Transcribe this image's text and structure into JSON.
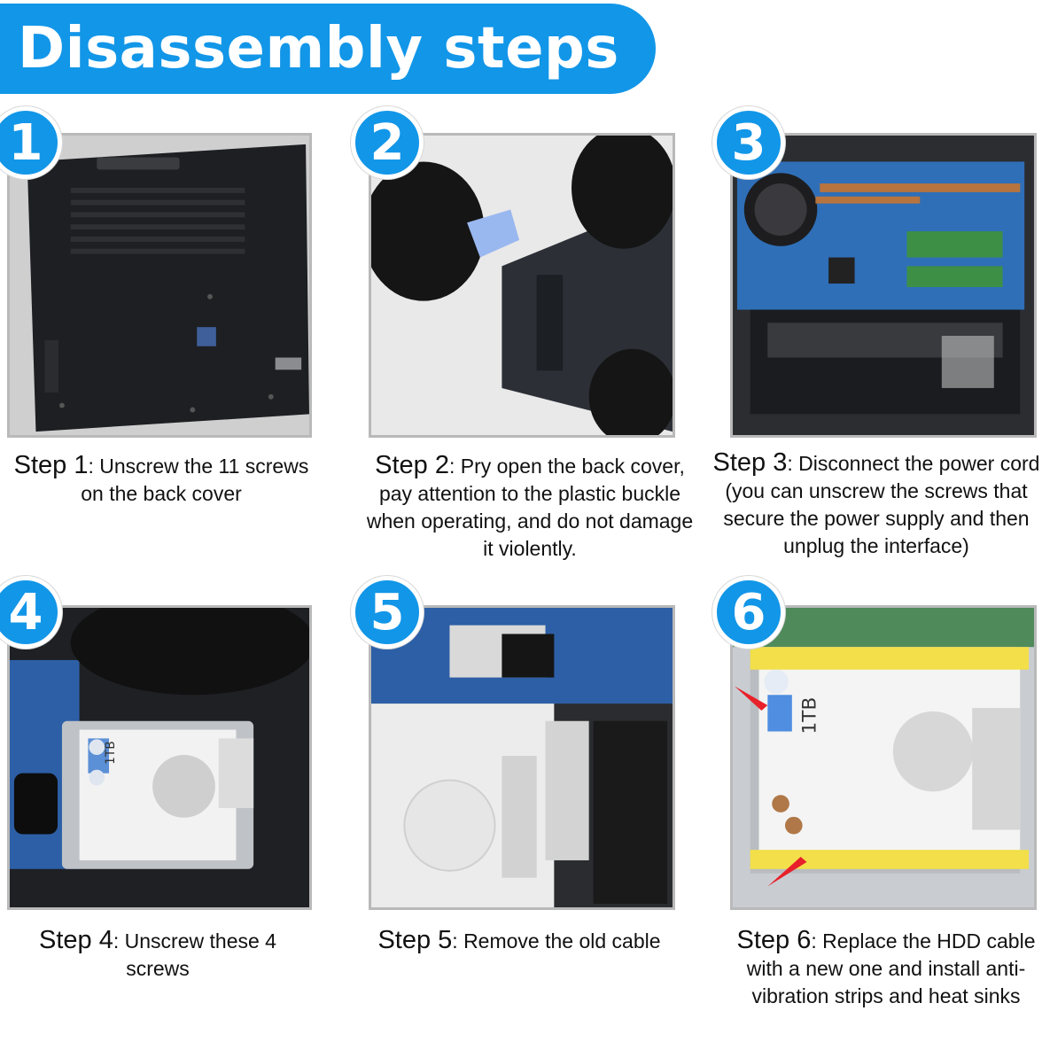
{
  "header": {
    "title": "Disassembly steps"
  },
  "colors": {
    "accent": "#1296e8",
    "frame": "#b9b9b9"
  },
  "steps": [
    {
      "number": "1",
      "label": "Step 1",
      "text": ": Unscrew the 11 screws on the back cover"
    },
    {
      "number": "2",
      "label": "Step 2",
      "text": ": Pry open the back cover, pay attention to the plastic buckle when operating, and do not damage it violently."
    },
    {
      "number": "3",
      "label": "Step 3",
      "text": ": Disconnect the power cord (you can unscrew the screws that secure the power supply and then unplug the interface)"
    },
    {
      "number": "4",
      "label": "Step 4",
      "text": ": Unscrew these 4 screws"
    },
    {
      "number": "5",
      "label": "Step 5",
      "text": ": Remove the old cable"
    },
    {
      "number": "6",
      "label": "Step 6",
      "text": ": Replace the HDD cable with a new one and install anti-vibration strips and heat sinks"
    }
  ],
  "photos": {
    "hdd_capacity": "1TB"
  }
}
